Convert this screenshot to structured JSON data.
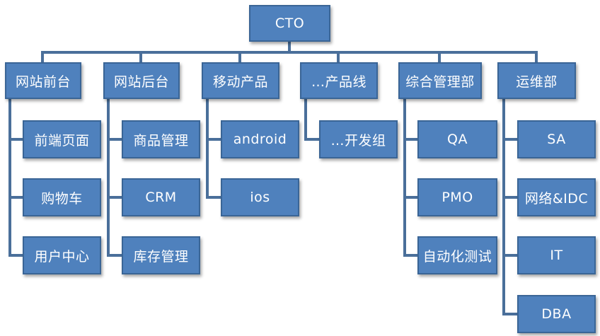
{
  "root": {
    "label": "CTO"
  },
  "departments": [
    {
      "label": "网站前台",
      "children": [
        "前端页面",
        "购物车",
        "用户中心"
      ]
    },
    {
      "label": "网站后台",
      "children": [
        "商品管理",
        "CRM",
        "库存管理"
      ]
    },
    {
      "label": "移动产品",
      "children": [
        "android",
        "ios"
      ]
    },
    {
      "label": "…产品线",
      "children": [
        "…开发组"
      ]
    },
    {
      "label": "综合管理部",
      "children": [
        "QA",
        "PMO",
        "自动化测试"
      ]
    },
    {
      "label": "运维部",
      "children": [
        "SA",
        "网络&IDC",
        "IT",
        "DBA"
      ]
    }
  ],
  "colors": {
    "box_fill": "#4f81bd",
    "box_border": "#3a6596",
    "connector": "#4a6f9a",
    "text": "#ffffff"
  }
}
